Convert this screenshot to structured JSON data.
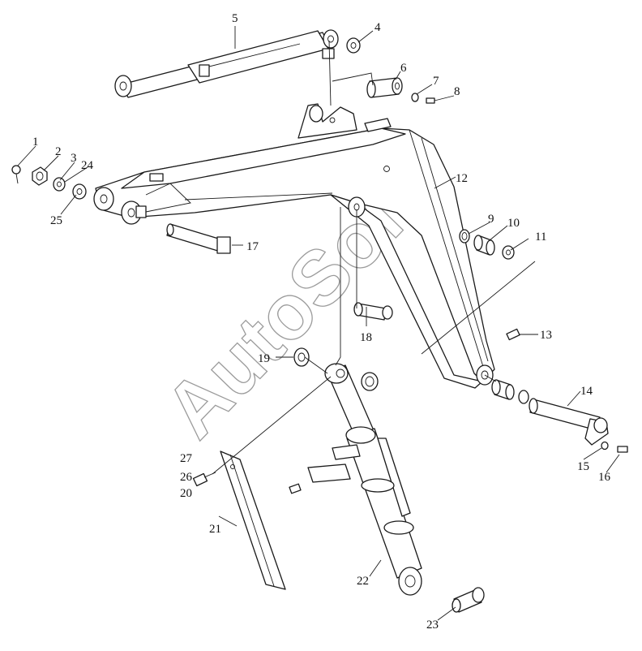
{
  "watermark": "AutoSoft",
  "callouts": {
    "c1": "1",
    "c2": "2",
    "c3": "3",
    "c4": "4",
    "c5": "5",
    "c6": "6",
    "c7": "7",
    "c8": "8",
    "c9": "9",
    "c10": "10",
    "c11": "11",
    "c12": "12",
    "c13": "13",
    "c14": "14",
    "c15": "15",
    "c16": "16",
    "c17": "17",
    "c18": "18",
    "c19": "19",
    "c20": "20",
    "c21": "21",
    "c22": "22",
    "c23": "23",
    "c24": "24",
    "c25": "25",
    "c26": "26",
    "c27": "27"
  },
  "colors": {
    "line": "#1a1a1a",
    "watermark": "#7a7a7a",
    "background": "#ffffff"
  }
}
